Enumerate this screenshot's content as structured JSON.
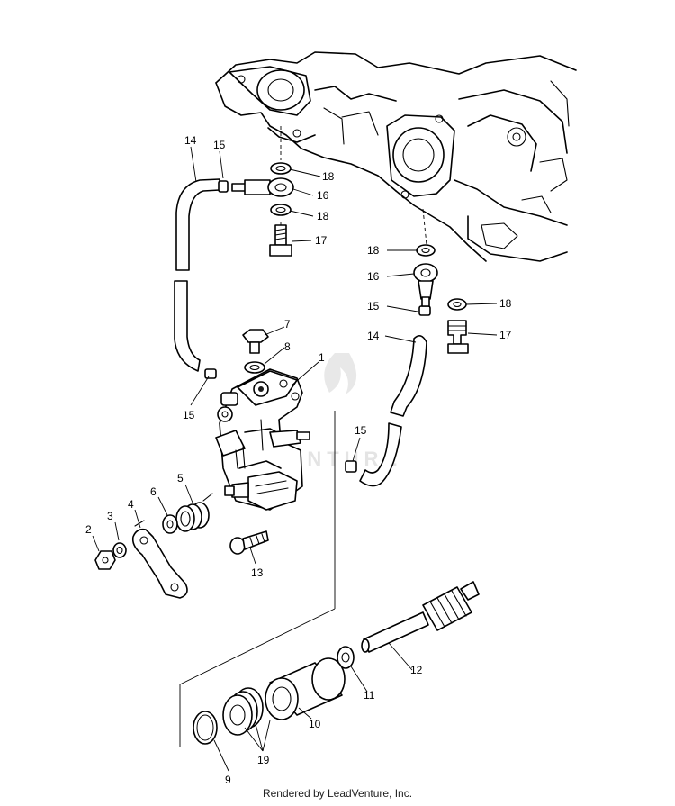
{
  "watermark": {
    "text": "VENTURE"
  },
  "callouts": {
    "c1": "1",
    "c2": "2",
    "c3": "3",
    "c4": "4",
    "c5": "5",
    "c6": "6",
    "c7": "7",
    "c8": "8",
    "c9": "9",
    "c10": "10",
    "c11": "11",
    "c12": "12",
    "c13": "13",
    "c14a": "14",
    "c14b": "14",
    "c15a": "15",
    "c15b": "15",
    "c15c": "15",
    "c15d": "15",
    "c16a": "16",
    "c16b": "16",
    "c17a": "17",
    "c17b": "17",
    "c18a": "18",
    "c18b": "18",
    "c18c": "18",
    "c18d": "18",
    "c19": "19"
  },
  "footer": {
    "credit": "Rendered by LeadVenture, Inc."
  }
}
